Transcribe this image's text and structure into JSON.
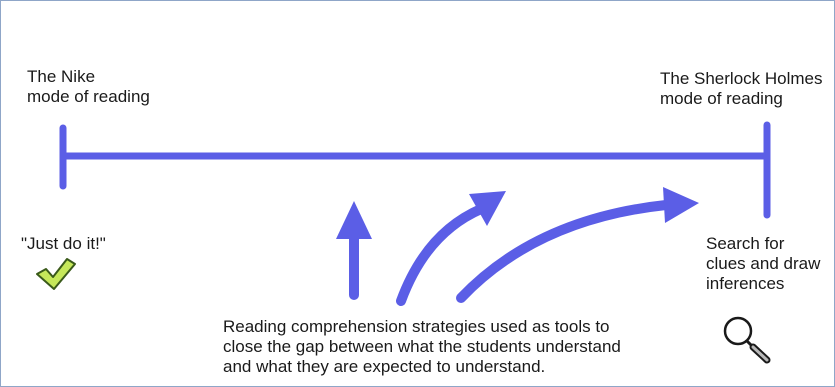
{
  "left_end": {
    "title_lines": [
      "The Nike",
      "mode of reading"
    ],
    "quote": "\"Just do it!\"",
    "icon": "checkmark-icon"
  },
  "right_end": {
    "title_lines": [
      "The Sherlock Holmes",
      "mode of reading"
    ],
    "description_lines": [
      "Search for",
      "clues and draw",
      "inferences"
    ],
    "icon": "magnifying-glass-icon"
  },
  "caption_lines": [
    "Reading comprehension strategies used as tools to",
    "close the gap between what the students understand",
    "and what they are expected to understand."
  ],
  "colors": {
    "scale": "#5b5ee6",
    "check_fill": "#c6e85a",
    "check_stroke": "#3a5a1a",
    "border": "#8fa6c8"
  }
}
